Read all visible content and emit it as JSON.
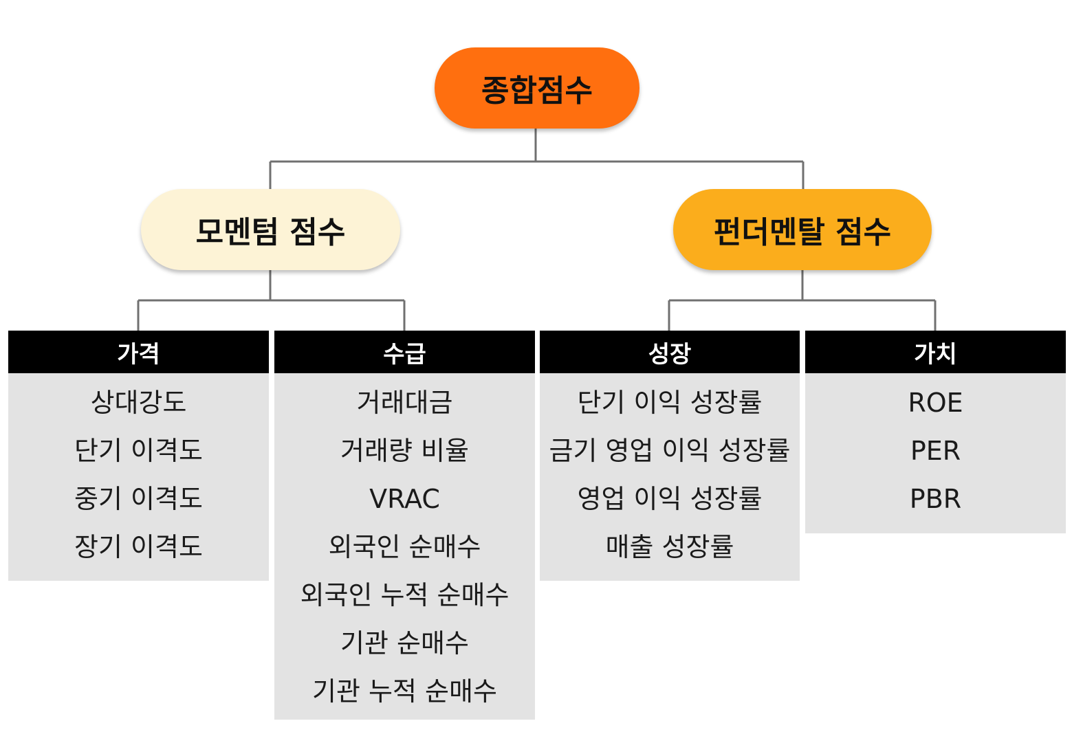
{
  "root": {
    "label": "종합점수",
    "color": "#ff6f0f"
  },
  "groups": [
    {
      "label": "모멘텀 점수",
      "color": "#fdf3d6",
      "categories": [
        {
          "title": "가격",
          "items": [
            "상대강도",
            "단기 이격도",
            "중기 이격도",
            "장기 이격도"
          ]
        },
        {
          "title": "수급",
          "items": [
            "거래대금",
            "거래량 비율",
            "VRAC",
            "외국인 순매수",
            "외국인 누적 순매수",
            "기관 순매수",
            "기관 누적 순매수"
          ]
        }
      ]
    },
    {
      "label": "펀더멘탈 점수",
      "color": "#fbad1c",
      "categories": [
        {
          "title": "성장",
          "items": [
            "단기 이익 성장률",
            "금기 영업 이익 성장률",
            "영업 이익 성장률",
            "매출 성장률"
          ]
        },
        {
          "title": "가치",
          "items": [
            "ROE",
            "PER",
            "PBR"
          ]
        }
      ]
    }
  ],
  "colors": {
    "connector": "#707070",
    "category_header_bg": "#000000",
    "category_header_text": "#ffffff",
    "category_body_bg": "#e3e3e3"
  }
}
